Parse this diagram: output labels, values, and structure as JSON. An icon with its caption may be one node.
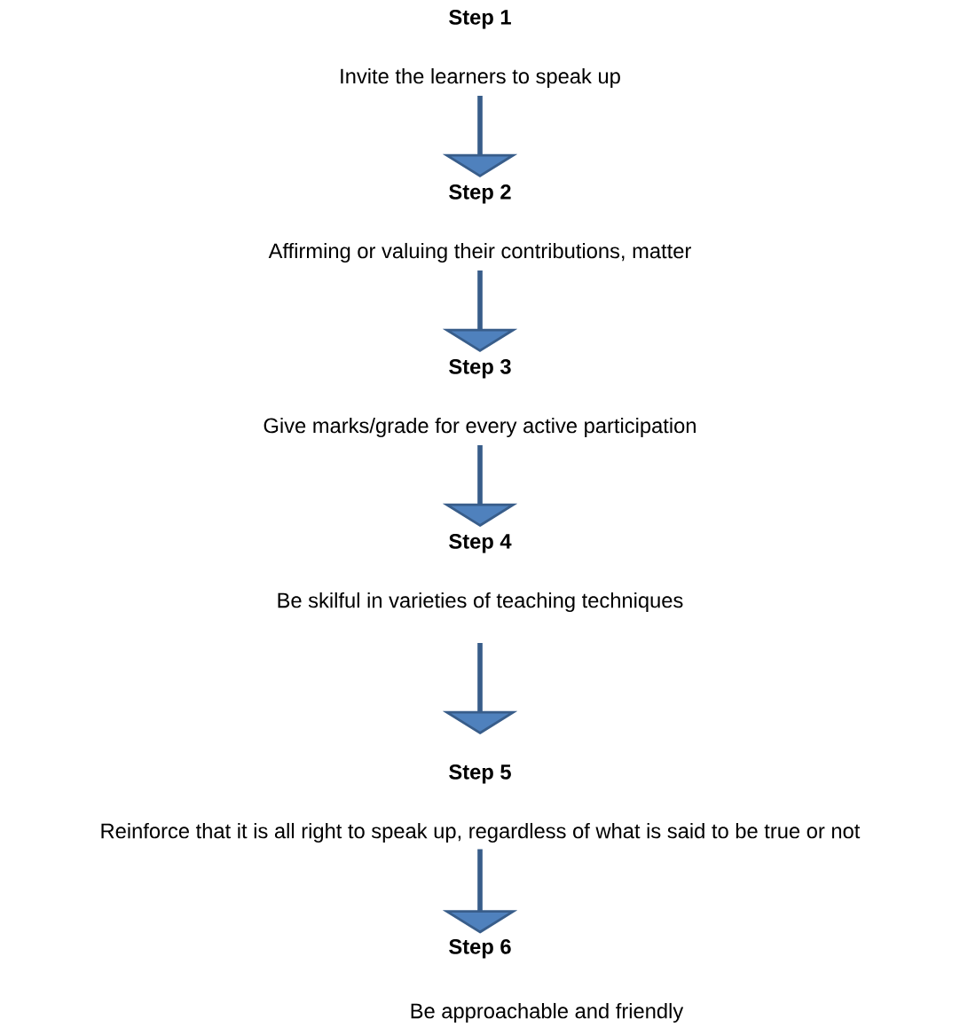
{
  "diagram": {
    "nodes": [
      {
        "text": [
          "Step 1",
          "Invite the learners to speak up"
        ]
      },
      {
        "text": [
          "Step 2",
          "Affirming or valuing their contributions, matter"
        ]
      },
      {
        "text": [
          "Step 3",
          "Give marks/grade for every active participation"
        ]
      },
      {
        "text": [
          "Step 4",
          "Be skilful in varieties of teaching techniques"
        ]
      },
      {
        "text": [
          "Step 5",
          "Reinforce that it is all right to speak up, regardless of what is said to be true or not"
        ]
      },
      {
        "text": [
          "Step 6",
          "Be approachable and friendly"
        ]
      }
    ],
    "edges": [
      {
        "from": 0,
        "to": 1,
        "arrow": "to"
      },
      {
        "from": 1,
        "to": 2,
        "arrow": "to"
      },
      {
        "from": 2,
        "to": 3,
        "arrow": "to"
      },
      {
        "from": 3,
        "to": 4,
        "arrow": "to"
      },
      {
        "from": 4,
        "to": 5,
        "arrow": "to"
      }
    ]
  }
}
